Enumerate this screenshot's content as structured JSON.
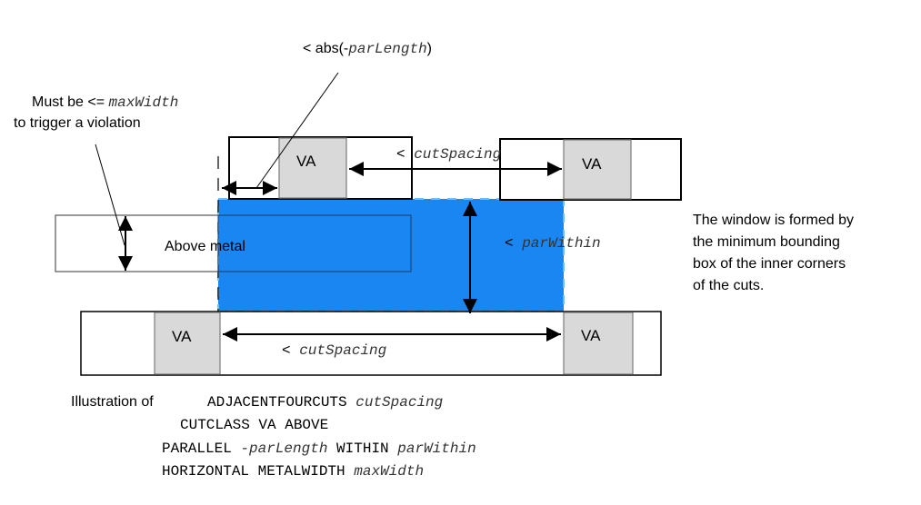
{
  "colors": {
    "window_fill": "#1a86f2",
    "window_dash": "#7ab8f0",
    "cut_fill": "#d9d9d9",
    "cut_stroke": "#7a7a7a",
    "line": "#000000"
  },
  "labels": {
    "par_length": {
      "prefix": "< abs(-",
      "var": "parLength",
      "suffix": ")"
    },
    "max_width": {
      "prefix": "Must be <= ",
      "var": "maxWidth",
      "line2": "to trigger a violation"
    },
    "cut_spacing_top": {
      "prefix": "< ",
      "var": "cutSpacing"
    },
    "cut_spacing_bottom": {
      "prefix": "< ",
      "var": "cutSpacing"
    },
    "par_within": {
      "prefix": "< ",
      "var": "parWithin"
    },
    "above_metal": "Above metal",
    "window_note": [
      "The window is formed by",
      "the minimum bounding",
      "box of the inner corners",
      "of the cuts."
    ]
  },
  "cuts": [
    {
      "id": "top-left",
      "label": "VA"
    },
    {
      "id": "top-right",
      "label": "VA"
    },
    {
      "id": "bottom-left",
      "label": "VA"
    },
    {
      "id": "bottom-right",
      "label": "VA"
    }
  ],
  "caption": {
    "lead": "Illustration of",
    "lines": [
      [
        {
          "t": "ADJACENTFOURCUTS ",
          "i": false
        },
        {
          "t": "cutSpacing",
          "i": true
        }
      ],
      [
        {
          "t": "CUTCLASS VA ABOVE",
          "i": false
        }
      ],
      [
        {
          "t": "PARALLEL ",
          "i": false
        },
        {
          "t": "-parLength",
          "i": true
        },
        {
          "t": " WITHIN ",
          "i": false
        },
        {
          "t": "parWithin",
          "i": true
        }
      ],
      [
        {
          "t": "HORIZONTAL METALWIDTH ",
          "i": false
        },
        {
          "t": "maxWidth",
          "i": true
        }
      ]
    ]
  }
}
